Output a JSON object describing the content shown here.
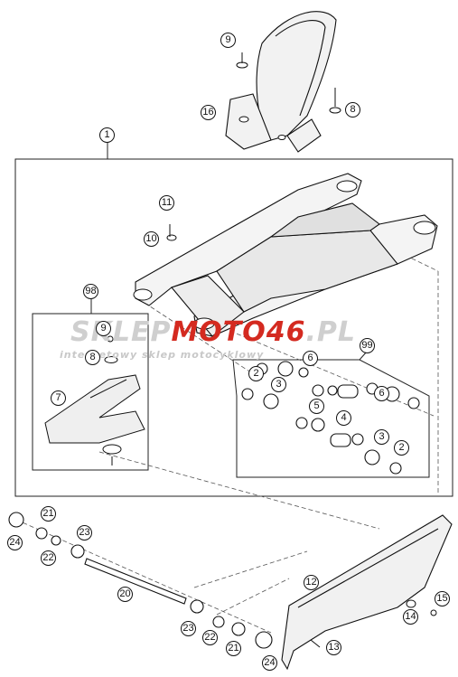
{
  "watermark": {
    "brand_part1": "SKLEP",
    "brand_part2": "MOTO46",
    "brand_part3": ".PL",
    "tagline": "internetowy sklep motocyklowy",
    "accent_color": "#d42a20",
    "muted_color": "#cfcfcf"
  },
  "callouts": {
    "c1": "1",
    "c2a": "2",
    "c2b": "2",
    "c3a": "3",
    "c3b": "3",
    "c4": "4",
    "c5": "5",
    "c6a": "6",
    "c6b": "6",
    "c7": "7",
    "c8a": "8",
    "c8b": "8",
    "c9a": "9",
    "c9b": "9",
    "c10": "10",
    "c11": "11",
    "c12": "12",
    "c13": "13",
    "c14": "14",
    "c15": "15",
    "c16": "16",
    "c20": "20",
    "c21a": "21",
    "c21b": "21",
    "c22a": "22",
    "c22b": "22",
    "c23a": "23",
    "c23b": "23",
    "c24a": "24",
    "c24b": "24",
    "c98": "98",
    "c99": "99"
  }
}
